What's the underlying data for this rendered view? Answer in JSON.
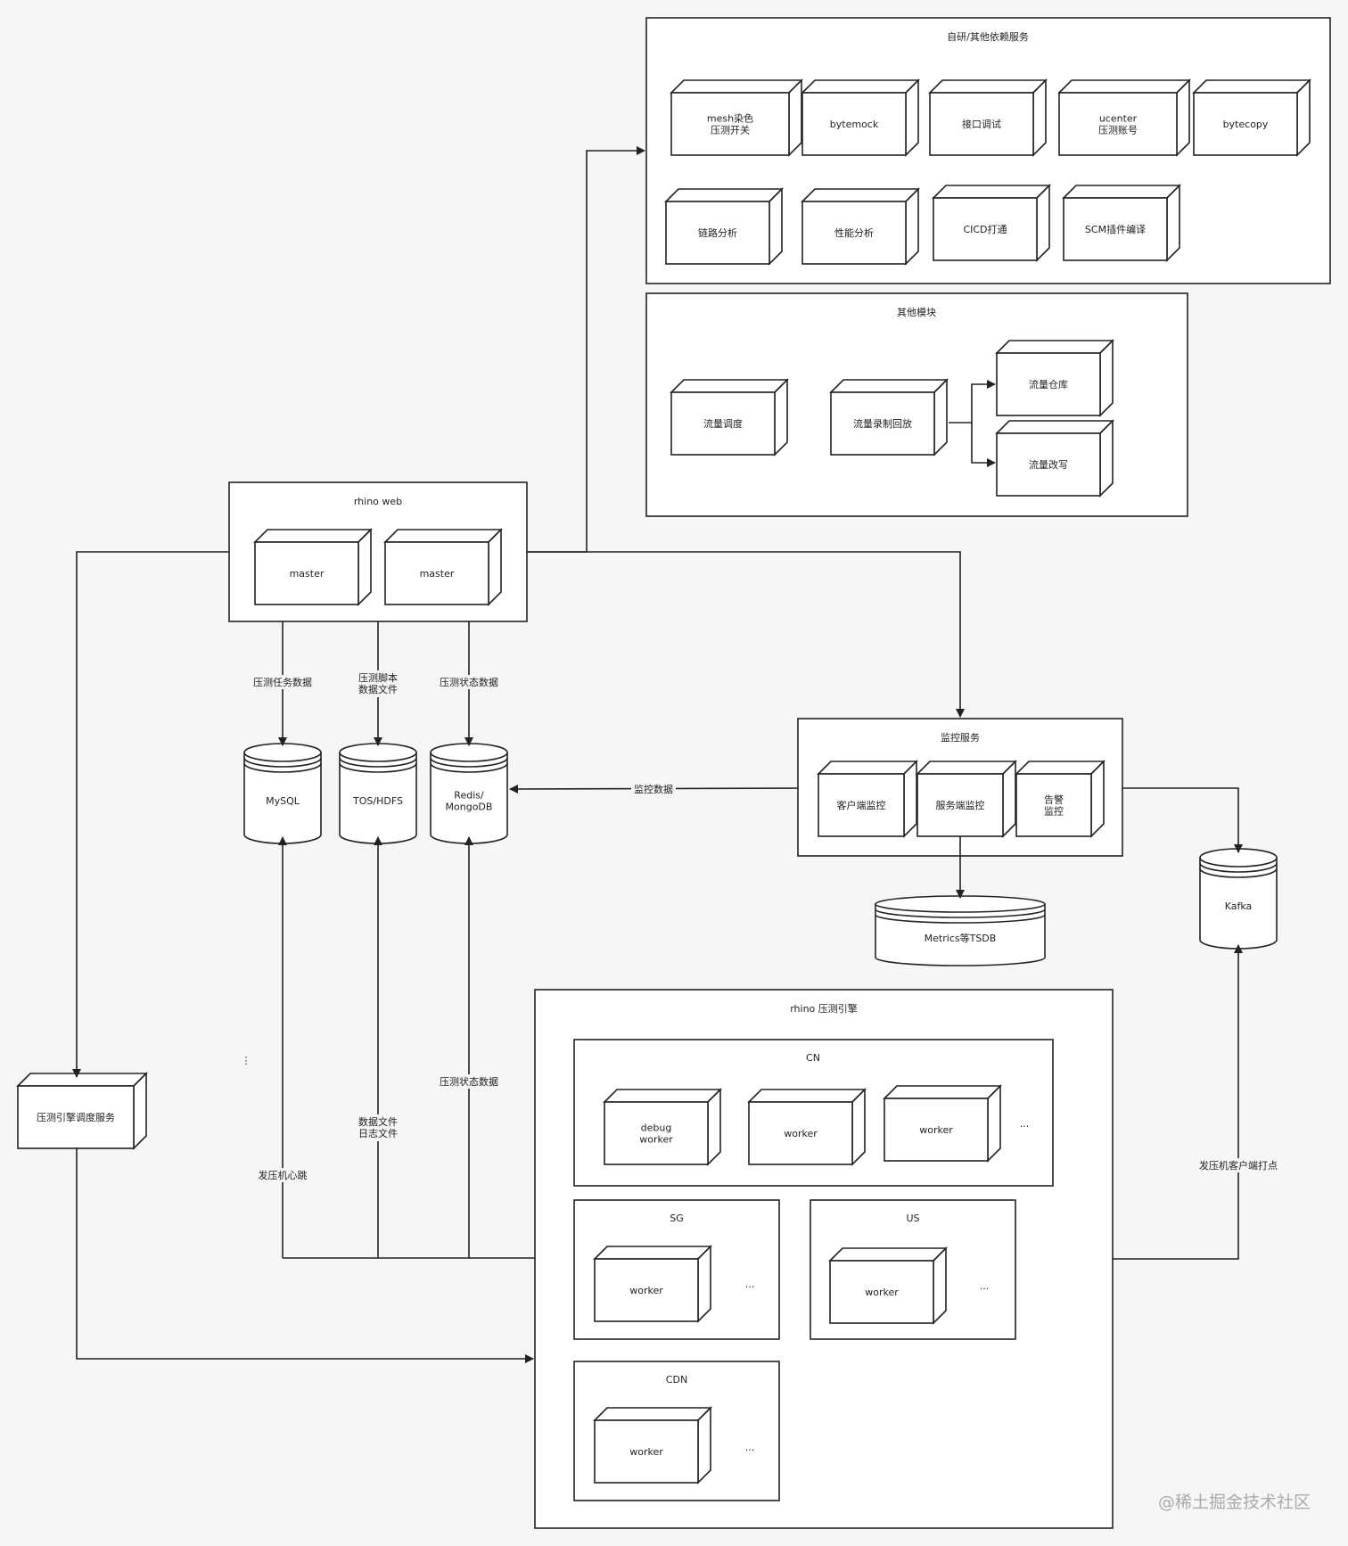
{
  "containers": {
    "self_dev_services": "自研/其他依赖服务",
    "other_modules": "其他模块",
    "rhino_web": "rhino web",
    "monitor_service": "监控服务",
    "rhino_engine": "rhino 压测引擎",
    "cn": "CN",
    "sg": "SG",
    "us": "US",
    "cdn": "CDN"
  },
  "nodes": {
    "mesh": [
      "mesh染色",
      "压测开关"
    ],
    "bytemock": "bytemock",
    "api_debug": "接口调试",
    "ucenter": [
      "ucenter",
      "压测账号"
    ],
    "bytecopy": "bytecopy",
    "trace_analysis": "链路分析",
    "perf_analysis": "性能分析",
    "cicd": "CICD打通",
    "scm": "SCM插件编译",
    "traffic_schedule": "流量调度",
    "traffic_record": "流量录制回放",
    "traffic_store": "流量仓库",
    "traffic_rewrite": "流量改写",
    "master_1": "master",
    "master_2": "master",
    "client_monitor": "客户端监控",
    "server_monitor": "服务端监控",
    "alarm_monitor": [
      "告警",
      "监控"
    ],
    "scheduler": "压测引擎调度服务",
    "cn_debug_worker": [
      "debug",
      "worker"
    ],
    "cn_worker_1": "worker",
    "cn_worker_2": "worker",
    "sg_worker": "worker",
    "us_worker": "worker",
    "cdn_worker": "worker",
    "ellipsis": "..."
  },
  "stores": {
    "mysql": "MySQL",
    "tos": "TOS/HDFS",
    "redis": [
      "Redis/",
      "MongoDB"
    ],
    "tsdb": "Metrics等TSDB",
    "kafka": "Kafka"
  },
  "edge_labels": {
    "task_data": "压测任务数据",
    "script_data": [
      "压测脚本",
      "数据文件"
    ],
    "status_data_top": "压测状态数据",
    "monitor_data": "监控数据",
    "heartbeat": "发压机心跳",
    "data_log_files": [
      "数据文件",
      "日志文件"
    ],
    "status_data_bottom": "压测状态数据",
    "client_report": "发压机客户端打点",
    "dots": "⋮"
  },
  "watermark": "@稀土掘金技术社区"
}
